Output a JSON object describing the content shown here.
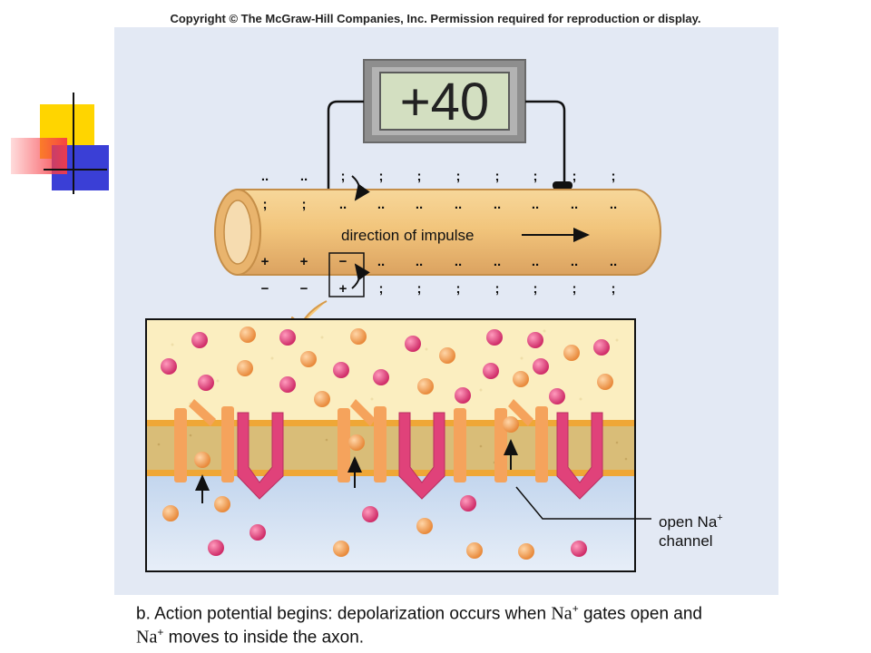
{
  "header": {
    "copyright": "Copyright © The McGraw-Hill Companies, Inc. Permission required for reproduction or display."
  },
  "voltmeter": {
    "reading": "+40"
  },
  "axon": {
    "direction_label": "direction of impulse"
  },
  "charges": {
    "top_outer": [
      "..",
      "..",
      ";",
      ";",
      ";",
      ";",
      ";",
      ";",
      ";",
      ";"
    ],
    "top_inner": [
      ";",
      ";",
      "..",
      "..",
      "..",
      "..",
      "..",
      "..",
      "..",
      ".."
    ],
    "bottom_inner": [
      "+",
      "+",
      "−",
      "..",
      "..",
      "..",
      "..",
      "..",
      "..",
      ".."
    ],
    "bottom_outer": [
      "−",
      "−",
      "+",
      ";",
      ";",
      ";",
      ";",
      ";",
      ";",
      ";"
    ]
  },
  "membrane_figure": {
    "channel_label_line1": "open Na",
    "channel_label_sup": "+",
    "channel_label_line2": "channel"
  },
  "caption": {
    "line1_a": "b. Action potential begins: depolarization occurs when ",
    "na1": "Na",
    "sup1": "+",
    "line1_b": " gates open and",
    "na2": "Na",
    "sup2": "+",
    "line2_b": " moves to inside the axon."
  },
  "colors": {
    "axon": "#f2c57c",
    "sodium_ion": "#f5a35c",
    "other_ion": "#e0427a",
    "membrane": "#e0c382",
    "display": "#d3dfc1"
  }
}
